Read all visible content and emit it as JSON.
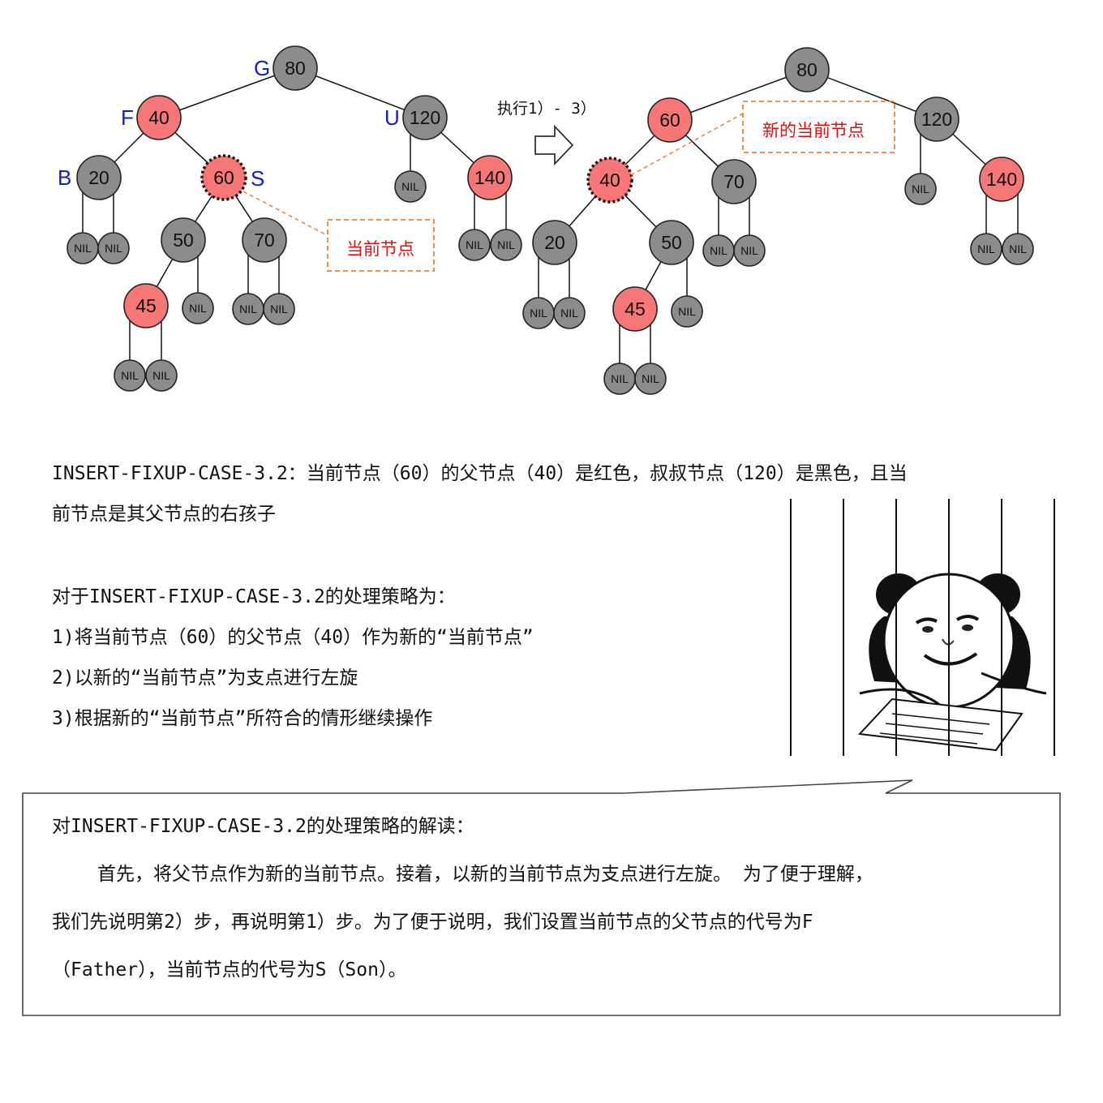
{
  "diagram": {
    "step_label": "执行1）- 3）",
    "left_tree": {
      "nodes": [
        {
          "id": "L80",
          "value": "80",
          "color": "black",
          "role": "G"
        },
        {
          "id": "L40",
          "value": "40",
          "color": "red",
          "role": "F"
        },
        {
          "id": "L120",
          "value": "120",
          "color": "black",
          "role": "U"
        },
        {
          "id": "L20",
          "value": "20",
          "color": "black",
          "role": "B"
        },
        {
          "id": "L60",
          "value": "60",
          "color": "red",
          "role": "S",
          "current": true
        },
        {
          "id": "L140",
          "value": "140",
          "color": "red"
        },
        {
          "id": "L50",
          "value": "50",
          "color": "black"
        },
        {
          "id": "L70",
          "value": "70",
          "color": "black"
        },
        {
          "id": "L45",
          "value": "45",
          "color": "red"
        }
      ],
      "callout": "当前节点"
    },
    "right_tree": {
      "nodes": [
        {
          "id": "R80",
          "value": "80",
          "color": "black"
        },
        {
          "id": "R60",
          "value": "60",
          "color": "red"
        },
        {
          "id": "R120",
          "value": "120",
          "color": "black"
        },
        {
          "id": "R40",
          "value": "40",
          "color": "red",
          "current": true
        },
        {
          "id": "R70",
          "value": "70",
          "color": "black"
        },
        {
          "id": "R140",
          "value": "140",
          "color": "red"
        },
        {
          "id": "R20",
          "value": "20",
          "color": "black"
        },
        {
          "id": "R50",
          "value": "50",
          "color": "black"
        },
        {
          "id": "R45",
          "value": "45",
          "color": "red"
        }
      ],
      "callout": "新的当前节点"
    },
    "nil_label": "NIL",
    "colors": {
      "red_node": "#f77777",
      "black_node": "#8c8c8c",
      "role_label": "#1020c0",
      "callout": "#e01010",
      "callout_border": "#f08030"
    }
  },
  "text": {
    "case_line1": "INSERT-FIXUP-CASE-3.2：当前节点（60）的父节点（40）是红色，叔叔节点（120）是黑色，且当",
    "case_line2": "前节点是其父节点的右孩子",
    "strategy_title": "对于INSERT-FIXUP-CASE-3.2的处理策略为：",
    "step1": "1)将当前节点（60）的父节点（40）作为新的“当前节点”",
    "step2": "2)以新的“当前节点”为支点进行左旋",
    "step3": "3)根据新的“当前节点”所符合的情形继续操作"
  },
  "explanation": {
    "title": "对INSERT-FIXUP-CASE-3.2的处理策略的解读：",
    "line1": "首先，将父节点作为新的当前节点。接着，以新的当前节点为支点进行左旋。 为了便于理解，",
    "line2": "我们先说明第2）步，再说明第1）步。为了便于说明，我们设置当前节点的父节点的代号为F",
    "line3": "（Father），当前节点的代号为S（Son）。"
  },
  "meme": {
    "icon": "panda-meme-icon"
  }
}
